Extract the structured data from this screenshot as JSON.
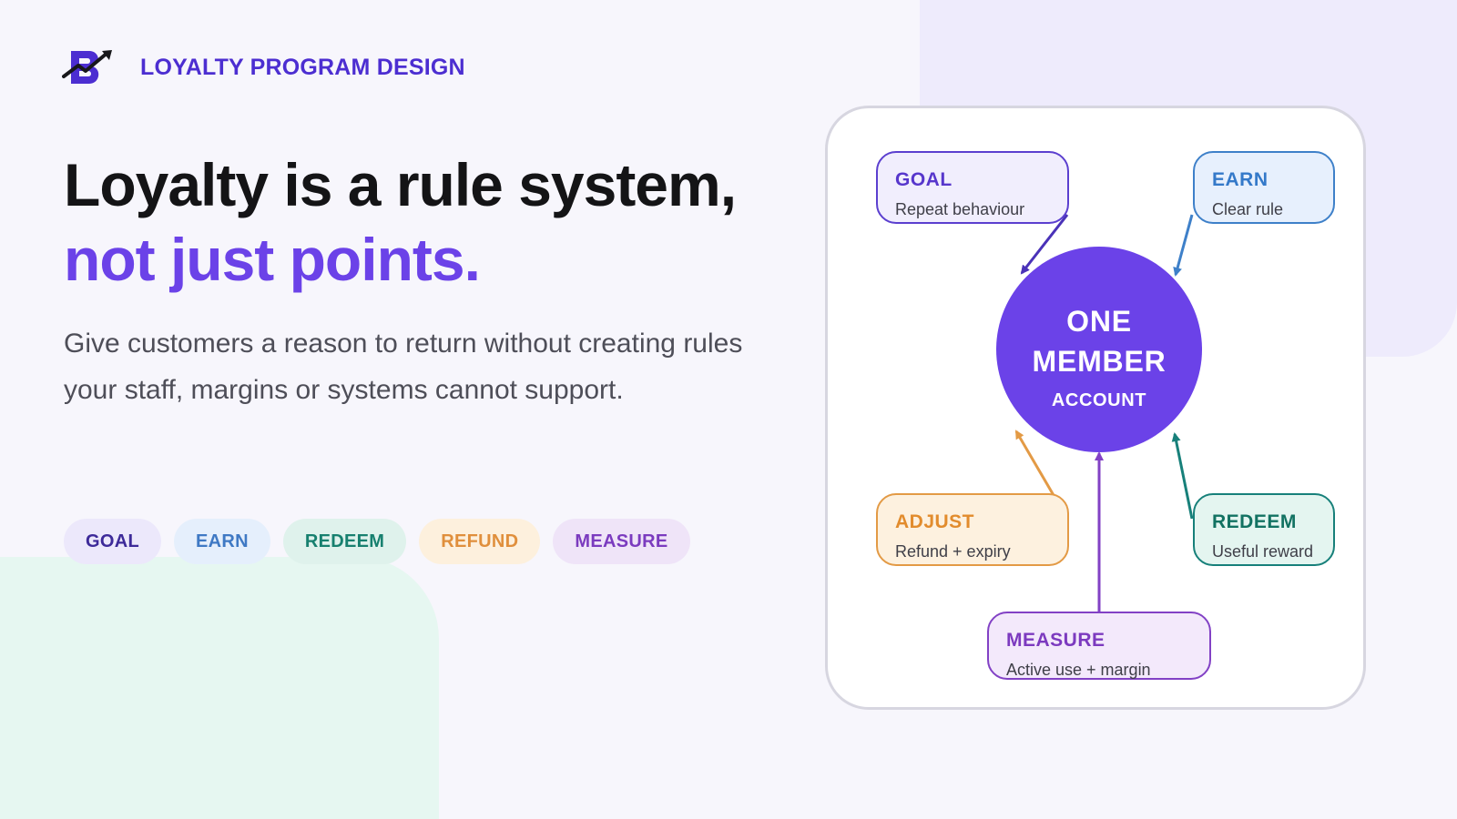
{
  "brand": {
    "title": "LOYALTY PROGRAM DESIGN",
    "logo_icon": "b-letter-with-rising-arrow-icon",
    "accent_color": "#4c2ed1"
  },
  "headline": {
    "line1": "Loyalty is a rule system,",
    "line2": "not just points.",
    "highlight_color": "#6b42e8"
  },
  "subhead": "Give customers a reason to return without creating rules your staff, margins or systems cannot support.",
  "chips": [
    {
      "label": "GOAL",
      "color": "#3d2a99"
    },
    {
      "label": "EARN",
      "color": "#3f79c4"
    },
    {
      "label": "REDEEM",
      "color": "#17806f"
    },
    {
      "label": "REFUND",
      "color": "#e08f3c"
    },
    {
      "label": "MEASURE",
      "color": "#7b3bbf"
    }
  ],
  "diagram": {
    "hub": {
      "line1": "ONE",
      "line2": "MEMBER",
      "line3": "ACCOUNT",
      "color": "#6b42e8"
    },
    "nodes": {
      "goal": {
        "title": "GOAL",
        "subtitle": "Repeat behaviour",
        "color": "#5b3fcf"
      },
      "earn": {
        "title": "EARN",
        "subtitle": "Clear rule",
        "color": "#3e80c9"
      },
      "adjust": {
        "title": "ADJUST",
        "subtitle": "Refund + expiry",
        "color": "#e39a45"
      },
      "redeem": {
        "title": "REDEEM",
        "subtitle": "Useful reward",
        "color": "#17807a"
      },
      "measure": {
        "title": "MEASURE",
        "subtitle": "Active use + margin",
        "color": "#8241c5"
      }
    },
    "edges": [
      {
        "from": "goal",
        "to": "hub"
      },
      {
        "from": "earn",
        "to": "hub"
      },
      {
        "from": "adjust",
        "to": "hub"
      },
      {
        "from": "redeem",
        "to": "hub"
      },
      {
        "from": "measure",
        "to": "hub"
      }
    ]
  }
}
